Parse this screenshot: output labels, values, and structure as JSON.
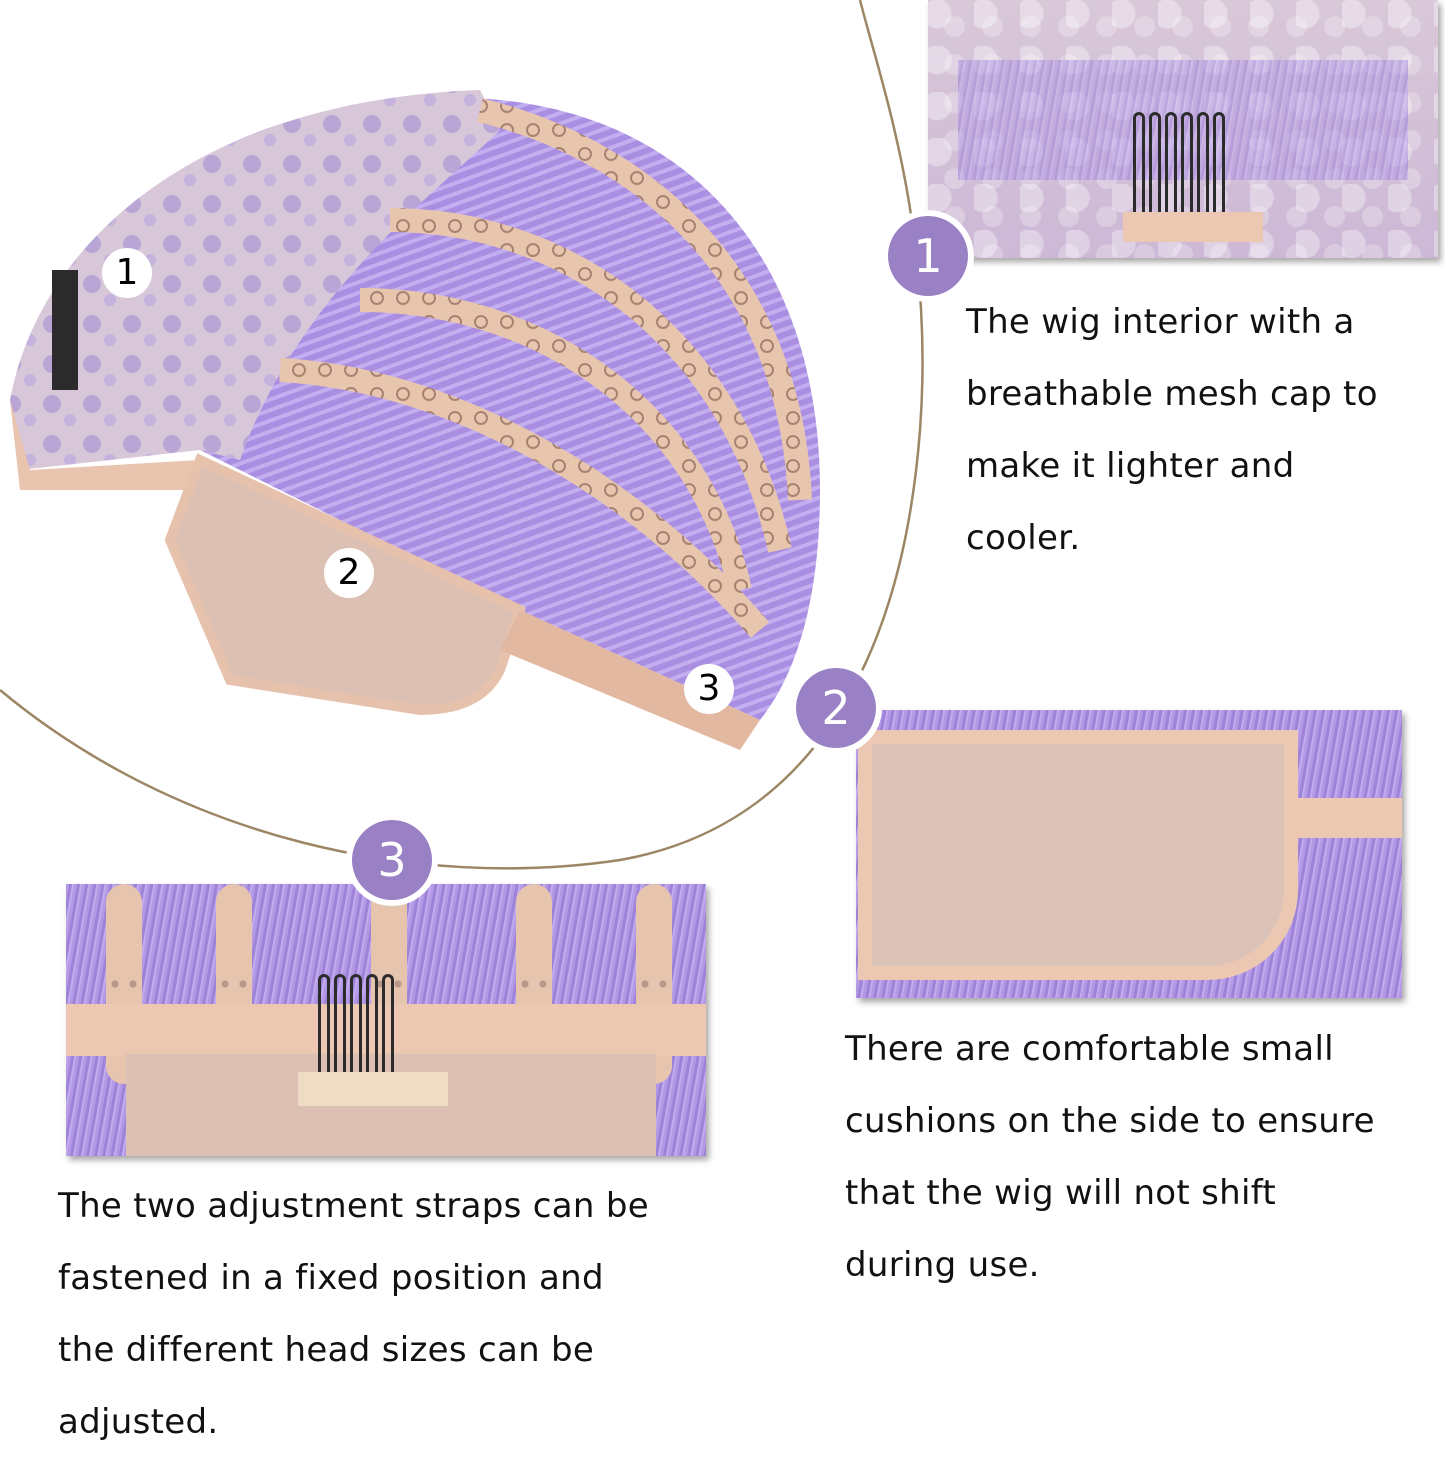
{
  "colors": {
    "badge": "#9a80c4",
    "purple_hair": "#b49ae6",
    "lace": "#ecc8b3",
    "curve": "#9c8663"
  },
  "main_illustration": {
    "markers": [
      "1",
      "2",
      "3"
    ]
  },
  "feature_1": {
    "badge": "1",
    "caption_lines": [
      "The wig interior with a",
      "breathable mesh cap to",
      "make it lighter and",
      "cooler."
    ]
  },
  "feature_2": {
    "badge": "2",
    "caption_lines": [
      "There are comfortable small",
      "cushions on the side to ensure",
      "that the wig will not shift",
      "during use."
    ]
  },
  "feature_3": {
    "badge": "3",
    "caption_lines": [
      "The two adjustment straps can be",
      "fastened in a fixed position and",
      "the different head sizes can be",
      "adjusted."
    ]
  }
}
